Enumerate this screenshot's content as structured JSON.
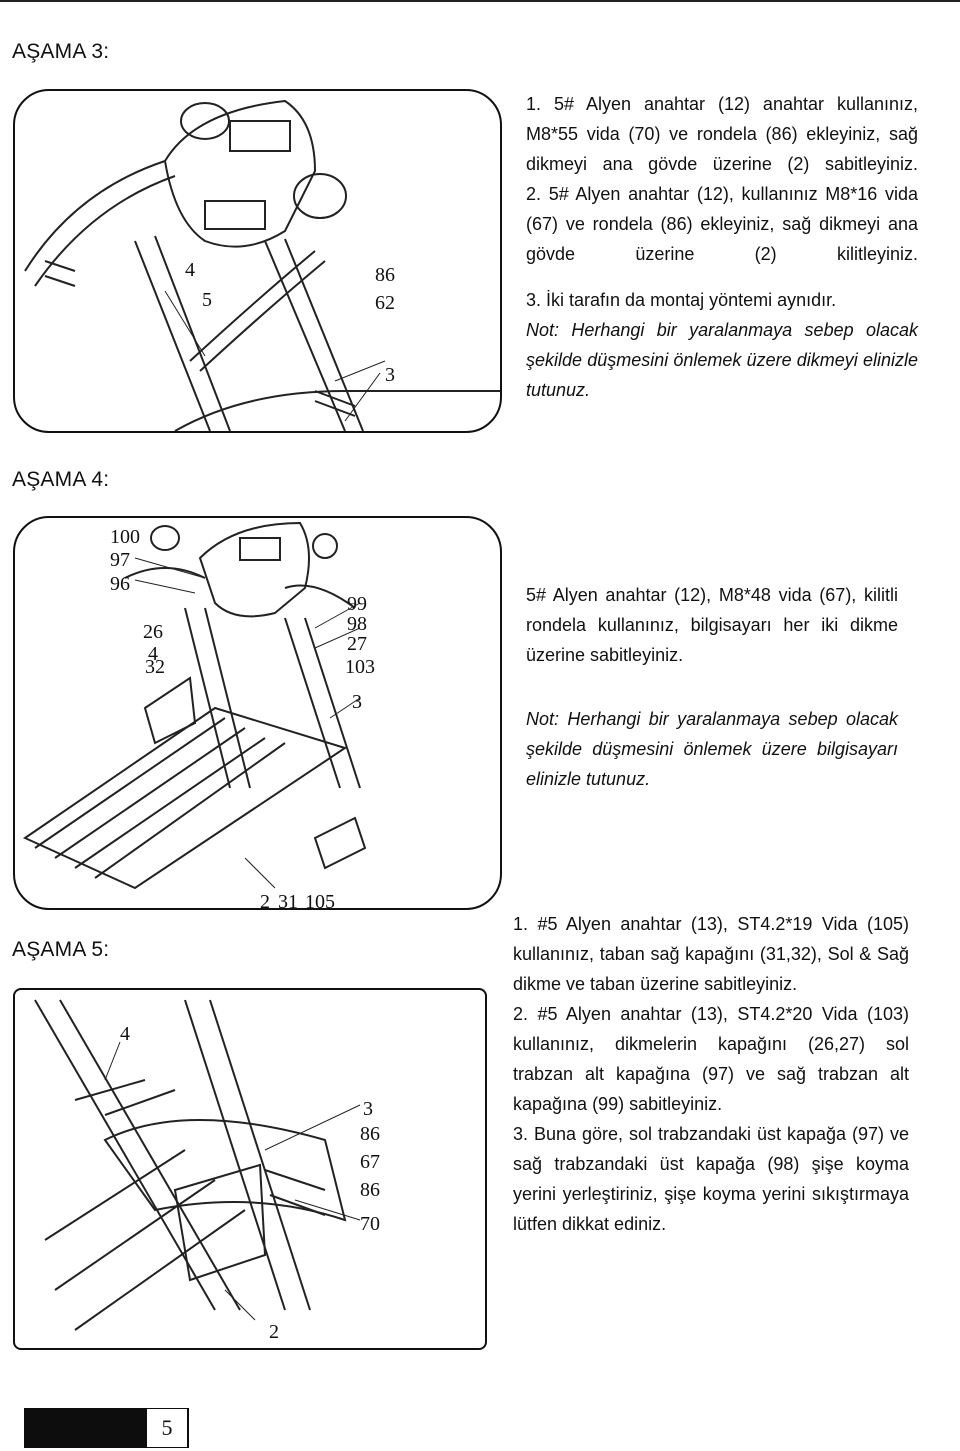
{
  "stage3": {
    "heading": "AŞAMA 3:",
    "callouts": [
      "4",
      "5",
      "86",
      "62",
      "3"
    ],
    "steps": [
      "1. 5# Alyen anahtar (12) anahtar kullanınız, M8*55 vida (70) ve rondela (86) ekleyiniz, sağ dikmeyi ana gövde üzerine (2) sabitleyiniz.",
      "2. 5# Alyen anahtar (12), kullanınız M8*16 vida (67) ve rondela (86) ekleyiniz, sağ dikmeyi ana gövde üzerine (2) kilitleyiniz.",
      "3. İki tarafın da montaj yöntemi aynıdır."
    ],
    "note": "Not: Herhangi bir yaralanmaya sebep olacak şekilde düşmesini önlemek üzere dikmeyi elinizle tutunuz."
  },
  "stage4": {
    "heading": "AŞAMA 4:",
    "callouts": [
      "100",
      "97",
      "96",
      "26",
      "4",
      "32",
      "99",
      "98",
      "27",
      "103",
      "3",
      "2",
      "31",
      "105"
    ],
    "instruction": "5# Alyen anahtar (12), M8*48 vida (67), kilitli rondela kullanınız, bilgisayarı her iki dikme üzerine sabitleyiniz.",
    "note": "Not: Herhangi bir yaralanmaya sebep olacak şekilde düşmesini önlemek üzere bilgisayarı elinizle tutunuz."
  },
  "stage5": {
    "heading": "AŞAMA 5:",
    "callouts": [
      "4",
      "3",
      "86",
      "67",
      "86",
      "70",
      "2"
    ],
    "steps": [
      "1. #5 Alyen anahtar (13), ST4.2*19 Vida (105) kullanınız, taban sağ kapağını (31,32), Sol & Sağ dikme ve taban üzerine sabitleyiniz.",
      "2. #5 Alyen anahtar (13), ST4.2*20 Vida (103) kullanınız, dikmelerin kapağını (26,27) sol trabzan alt kapağına (97) ve sağ trabzan alt kapağına (99) sabitleyiniz.",
      "3. Buna göre, sol trabzandaki üst kapağa (97) ve sağ trabzandaki üst kapağa (98) şişe koyma yerini yerleştiriniz, şişe koyma yerini sıkıştırmaya lütfen dikkat ediniz."
    ]
  },
  "footer": {
    "page_number": "5"
  }
}
